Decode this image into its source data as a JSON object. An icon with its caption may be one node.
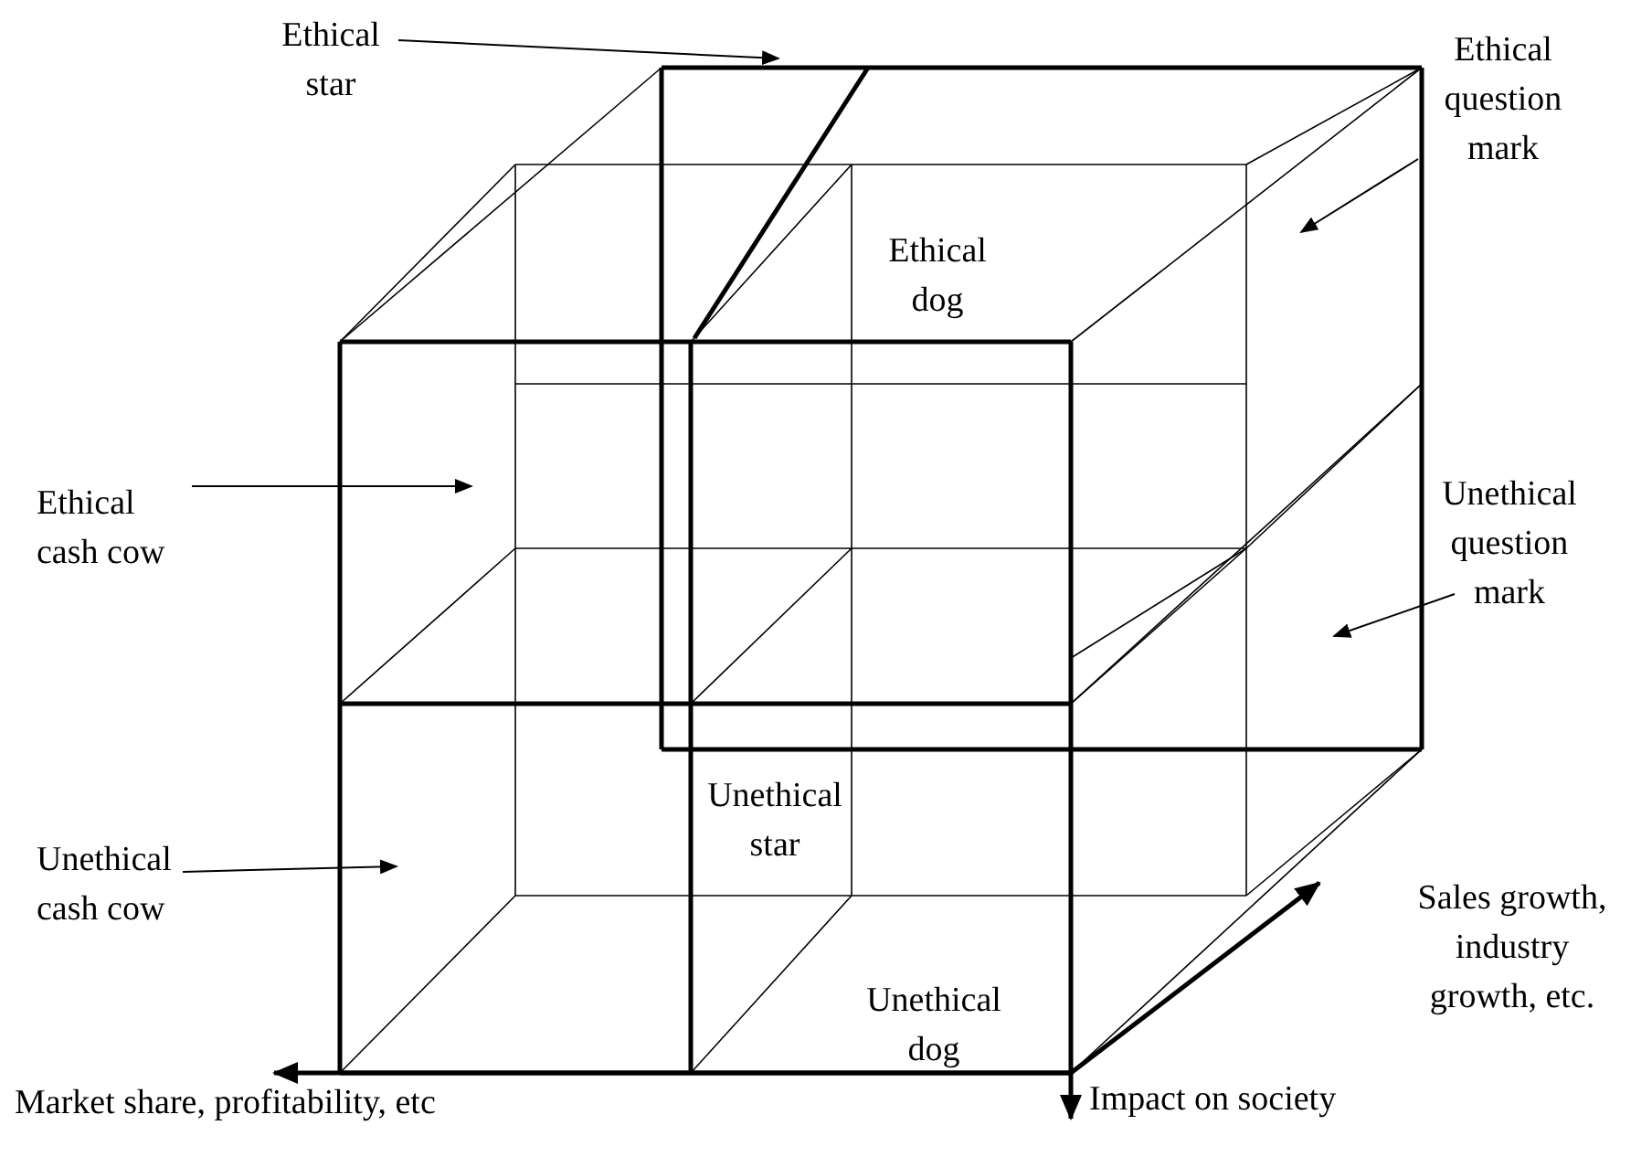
{
  "diagram": {
    "nodes": [
      {
        "text": [
          "Ethical star"
        ]
      },
      {
        "text": [
          "Ethical question mark"
        ]
      },
      {
        "text": [
          "Ethical cash cow"
        ]
      },
      {
        "text": [
          "Unethical question mark"
        ]
      },
      {
        "text": [
          "Unethical cash cow"
        ]
      }
    ],
    "edges": [
      {
        "from": 0,
        "to": null,
        "arrow": "to"
      },
      {
        "from": 1,
        "to": null,
        "arrow": "to"
      },
      {
        "from": 2,
        "to": null,
        "arrow": "to"
      },
      {
        "from": 3,
        "to": null,
        "arrow": "to"
      },
      {
        "from": 4,
        "to": null,
        "arrow": "to"
      }
    ],
    "labels": [
      "Ethical dog",
      "Unethical star",
      "Sales growth, industry growth, etc.",
      "Unethical dog",
      "Market share, profitability, etc",
      "Impact on society"
    ]
  }
}
